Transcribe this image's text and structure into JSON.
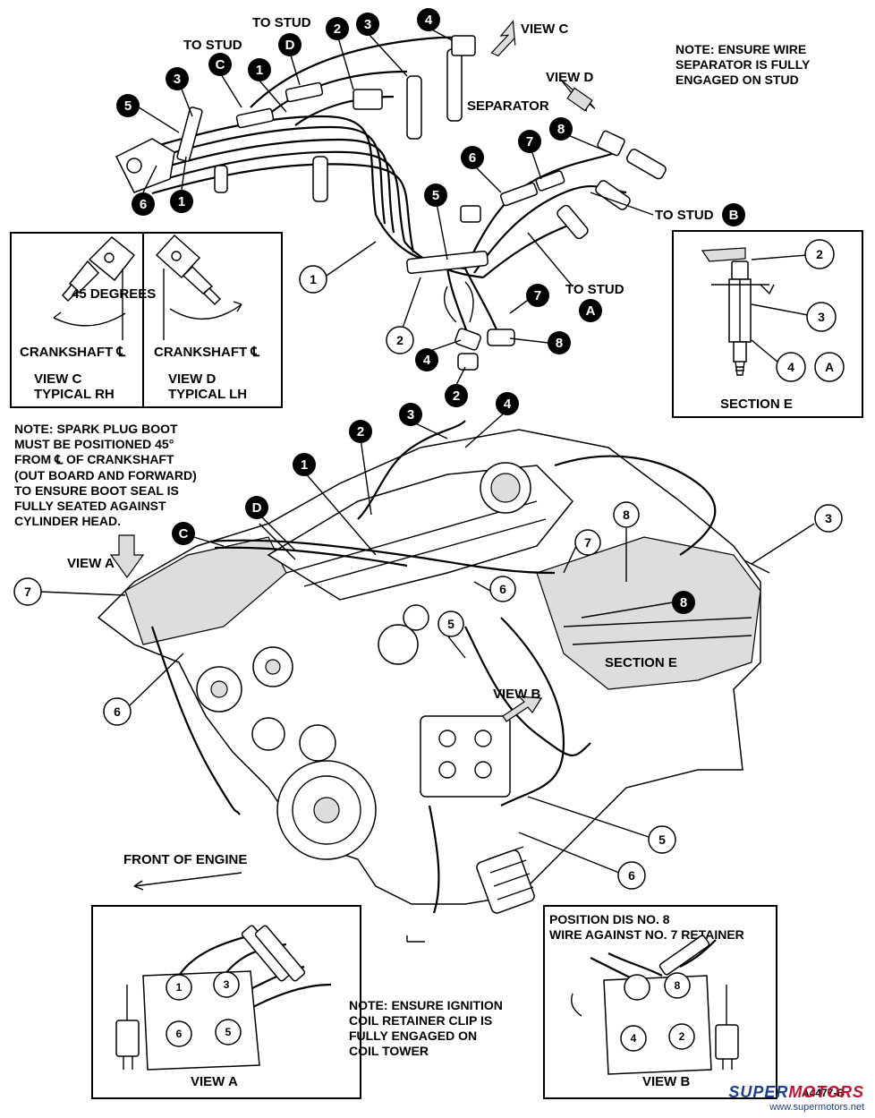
{
  "notes": {
    "wire_separator": [
      "NOTE: ENSURE WIRE",
      "SEPARATOR IS FULLY",
      "ENGAGED ON STUD"
    ],
    "spark_plug_boot": [
      "NOTE: SPARK PLUG BOOT",
      "MUST BE POSITIONED 45°",
      "FROM ℄ OF CRANKSHAFT",
      "(OUT BOARD AND FORWARD)",
      "TO ENSURE BOOT SEAL IS",
      "FULLY SEATED AGAINST",
      "CYLINDER HEAD."
    ],
    "coil_retainer": [
      "NOTE: ENSURE IGNITION",
      "COIL RETAINER CLIP IS",
      "FULLY ENGAGED ON",
      "COIL TOWER"
    ],
    "position_dis": [
      "POSITION DIS NO. 8",
      "WIRE AGAINST NO. 7 RETAINER"
    ]
  },
  "labels": {
    "view_c": "VIEW C",
    "view_d": "VIEW D",
    "view_a": "VIEW A",
    "view_b": "VIEW B",
    "to_stud": "TO STUD",
    "separator": "SEPARATOR",
    "degrees": "45 DEGREES",
    "crankshaft": "CRANKSHAFT ℄",
    "typical_rh": "TYPICAL RH",
    "typical_lh": "TYPICAL LH",
    "section_e": "SECTION E",
    "front_of_engine": "FRONT OF ENGINE",
    "figure_code": "A4477-B"
  },
  "callouts_black": {
    "b1": "1",
    "b2": "2",
    "b3": "3",
    "b4": "4",
    "b5": "5",
    "b6": "6",
    "b7": "7",
    "b8": "8",
    "A": "A",
    "B": "B",
    "C": "C",
    "D": "D"
  },
  "callouts_white": {
    "w1": "1",
    "w2": "2",
    "w3": "3",
    "w4": "4",
    "w5": "5",
    "w6": "6",
    "w7": "7",
    "w8": "8",
    "A": "A"
  },
  "coil_numbers_a": [
    "1",
    "3",
    "6",
    "5"
  ],
  "coil_numbers_b": [
    "8",
    "4",
    "2"
  ],
  "watermark": {
    "brand_a": "SUPER",
    "brand_b": "MOTORS",
    "url": "www.supermotors.net"
  }
}
